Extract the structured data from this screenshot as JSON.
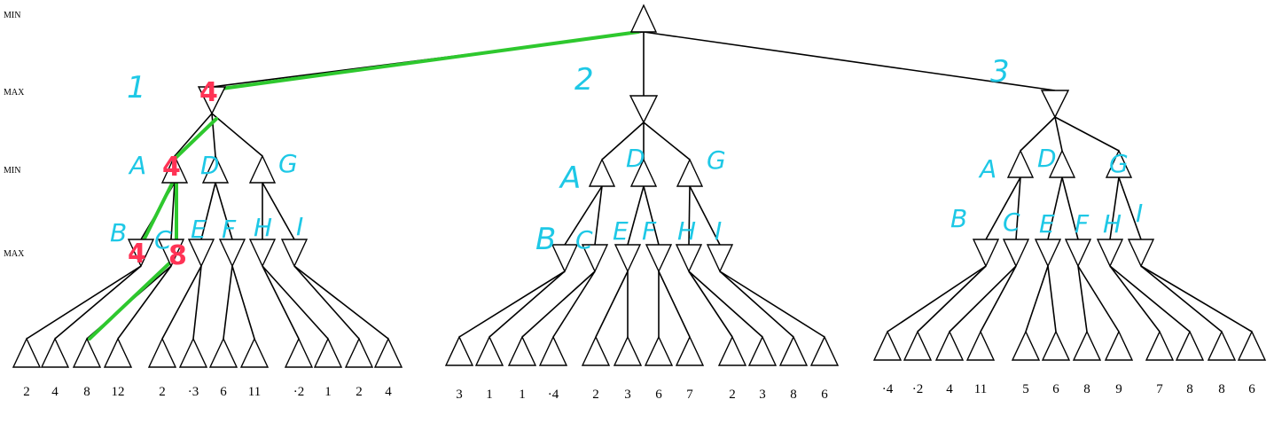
{
  "levels": [
    "MIN",
    "MAX",
    "MIN",
    "MAX"
  ],
  "subtrees": [
    {
      "number": "1",
      "min_labels": [
        "A",
        "D",
        "G"
      ],
      "max_labels": [
        "B",
        "C",
        "E",
        "F",
        "H",
        "I"
      ],
      "leaves": [
        "2",
        "4",
        "8",
        "12",
        "2",
        "-3",
        "6",
        "11",
        "-2",
        "1",
        "2",
        "4"
      ]
    },
    {
      "number": "2",
      "min_labels": [
        "A",
        "D",
        "G"
      ],
      "max_labels": [
        "B",
        "C",
        "E",
        "F",
        "H",
        "I"
      ],
      "leaves": [
        "3",
        "1",
        "1",
        "-4",
        "2",
        "3",
        "6",
        "7",
        "2",
        "3",
        "8",
        "6"
      ]
    },
    {
      "number": "3",
      "min_labels": [
        "A",
        "D",
        "G"
      ],
      "max_labels": [
        "B",
        "C",
        "E",
        "F",
        "H",
        "I"
      ],
      "leaves": [
        "-4",
        "-2",
        "4",
        "11",
        "5",
        "6",
        "8",
        "9",
        "7",
        "8",
        "8",
        "6"
      ]
    }
  ],
  "annotations": {
    "max_value": "4",
    "min_value": "4",
    "b_value": "4",
    "c_value": "8"
  },
  "colors": {
    "annotation_cyan": "#1ec8e6",
    "annotation_red": "#ff3355",
    "path_green": "#2ec82e"
  }
}
